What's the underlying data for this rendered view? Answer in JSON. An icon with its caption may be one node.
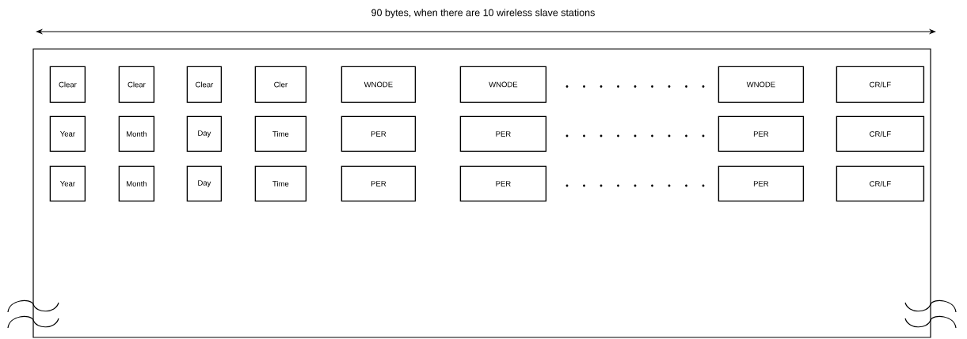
{
  "diagram": {
    "nodes": [
      {
        "text": [],
        "shape": "box"
      },
      {
        "text": [
          "Clear"
        ],
        "in": 0
      },
      {
        "text": [
          "Clear"
        ],
        "in": 0
      },
      {
        "text": [
          "Clear"
        ],
        "in": 0
      },
      {
        "text": [
          "Cler"
        ],
        "in": 0
      },
      {
        "text": [
          "WNODE"
        ],
        "in": 0
      },
      {
        "text": [
          "WNODE"
        ],
        "in": 0
      },
      {
        "text": [
          "WNODE"
        ],
        "in": 0
      },
      {
        "text": [
          "CR/LF"
        ],
        "in": 0
      },
      {
        "text": [
          "Year"
        ],
        "in": 0
      },
      {
        "text": [
          "Month"
        ],
        "in": 0
      },
      {
        "text": [
          "Day"
        ],
        "in": 0
      },
      {
        "text": [
          "Time"
        ],
        "in": 0
      },
      {
        "text": [
          "PER"
        ],
        "in": 0
      },
      {
        "text": [
          "PER"
        ],
        "in": 0
      },
      {
        "text": [
          "PER"
        ],
        "in": 0
      },
      {
        "text": [
          "CR/LF"
        ],
        "in": 0
      },
      {
        "text": [
          "Year"
        ],
        "in": 0
      },
      {
        "text": [
          "Month"
        ],
        "in": 0
      },
      {
        "text": [
          "Day"
        ],
        "in": 0
      },
      {
        "text": [
          "Time"
        ],
        "in": 0
      },
      {
        "text": [
          "PER"
        ],
        "in": 0
      },
      {
        "text": [
          "PER"
        ],
        "in": 0
      },
      {
        "text": [
          "PER"
        ],
        "in": 0
      },
      {
        "text": [
          "CR/LF"
        ],
        "in": 0
      }
    ],
    "labels": [
      "90 bytes, when there are 10 wireless slave stations"
    ]
  }
}
